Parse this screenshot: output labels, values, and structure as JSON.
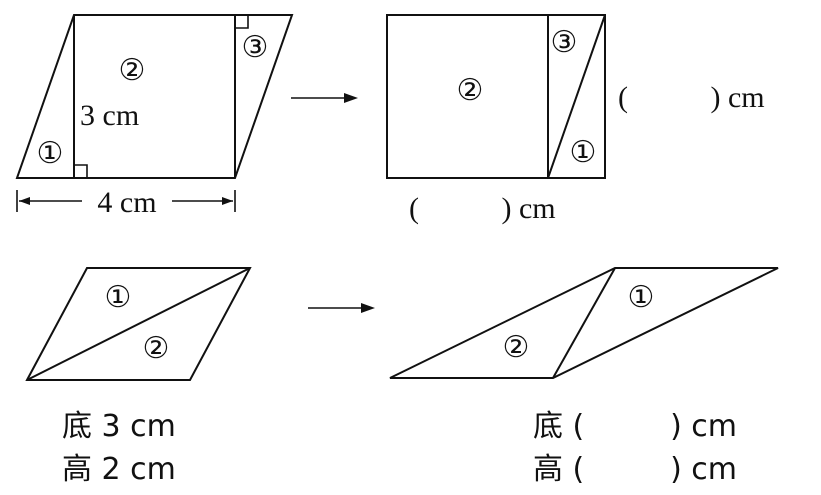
{
  "top_left": {
    "pieces": [
      "①",
      "②",
      "③"
    ],
    "height_label": "3 cm",
    "base_label": "4 cm"
  },
  "top_right": {
    "pieces": [
      "②",
      "③",
      "①"
    ],
    "side_blank": "(           ) cm",
    "bottom_blank": "(           ) cm"
  },
  "bottom_left": {
    "pieces": [
      "①",
      "②"
    ],
    "base_line": "底 3 cm",
    "height_line": "高 2 cm"
  },
  "bottom_right": {
    "pieces": [
      "②",
      "①"
    ],
    "base_line": "底 (         ) cm",
    "height_line": "高 (         ) cm"
  },
  "arrow_symbol": "→"
}
